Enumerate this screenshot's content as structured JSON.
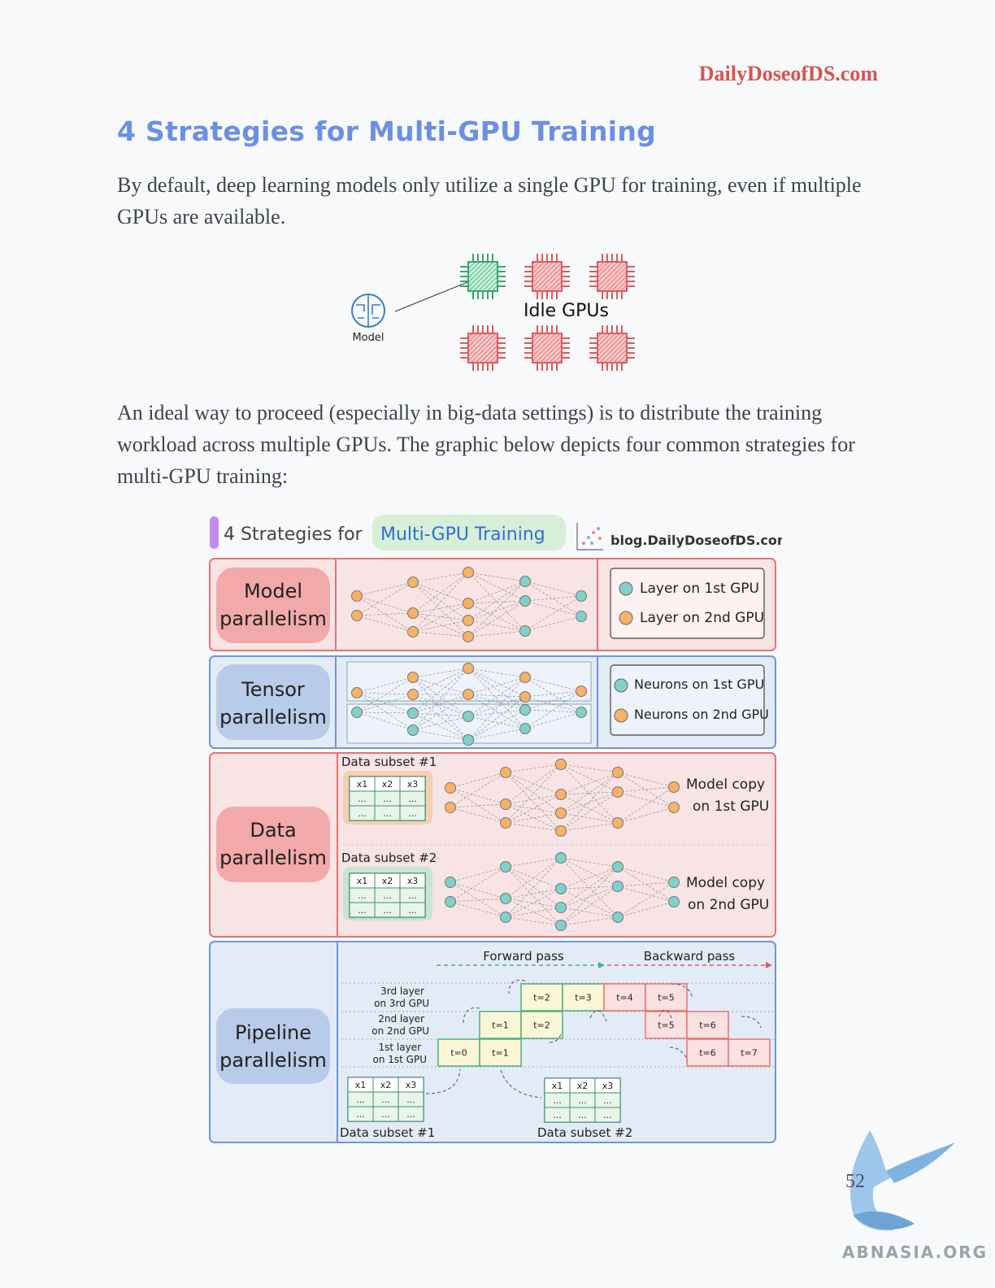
{
  "header": {
    "site": "DailyDoseofDS.com"
  },
  "title": "4 Strategies for Multi-GPU Training",
  "paragraphs": {
    "intro": "By default, deep learning models only utilize a single GPU for training, even if multiple GPUs are available.",
    "ideal": "An ideal way to proceed (especially in big-data settings) is to distribute the training workload across multiple GPUs. The graphic below depicts four common strategies for multi-GPU training:"
  },
  "fig1": {
    "idle_label": "Idle GPUs",
    "model_label": "Model"
  },
  "fig2": {
    "heading_pre": "4 Strategies for",
    "heading_hl": "Multi-GPU Training",
    "blog": "blog.DailyDoseofDS.com",
    "model": {
      "label_1": "Model",
      "label_2": "parallelism",
      "legend_1": "Layer on 1st GPU",
      "legend_2": "Layer on 2nd GPU"
    },
    "tensor": {
      "label_1": "Tensor",
      "label_2": "parallelism",
      "legend_1": "Neurons on 1st GPU",
      "legend_2": "Neurons on 2nd GPU"
    },
    "data": {
      "label_1": "Data",
      "label_2": "parallelism",
      "subset_1": "Data subset #1",
      "subset_2": "Data subset #2",
      "copy1_a": "Model copy",
      "copy1_b": "on 1st GPU",
      "copy2_a": "Model copy",
      "copy2_b": "on 2nd GPU",
      "cols": [
        "x1",
        "x2",
        "x3"
      ],
      "cell": "..."
    },
    "pipeline": {
      "label_1": "Pipeline",
      "label_2": "parallelism",
      "forward": "Forward pass",
      "backward": "Backward pass",
      "layer3_a": "3rd layer",
      "layer3_b": "on 3rd GPU",
      "layer2_a": "2nd layer",
      "layer2_b": "on 2nd GPU",
      "layer1_a": "1st layer",
      "layer1_b": "on 1st GPU",
      "row3": [
        "t=2",
        "t=3",
        "t=4",
        "t=5"
      ],
      "row2": [
        "t=1",
        "t=2",
        "t=5",
        "t=6"
      ],
      "row1": [
        "t=0",
        "t=1",
        "t=6",
        "t=7"
      ],
      "subset_1": "Data subset #1",
      "subset_2": "Data subset #2"
    }
  },
  "page_number": "52",
  "watermark": "ABNASIA.ORG",
  "colors": {
    "site": "#d9534f",
    "title": "#6b8fe3",
    "gpu_active": "#4caf80",
    "gpu_idle": "#e05a5a",
    "teal": "#7fd1cc",
    "orange": "#f7b267"
  }
}
